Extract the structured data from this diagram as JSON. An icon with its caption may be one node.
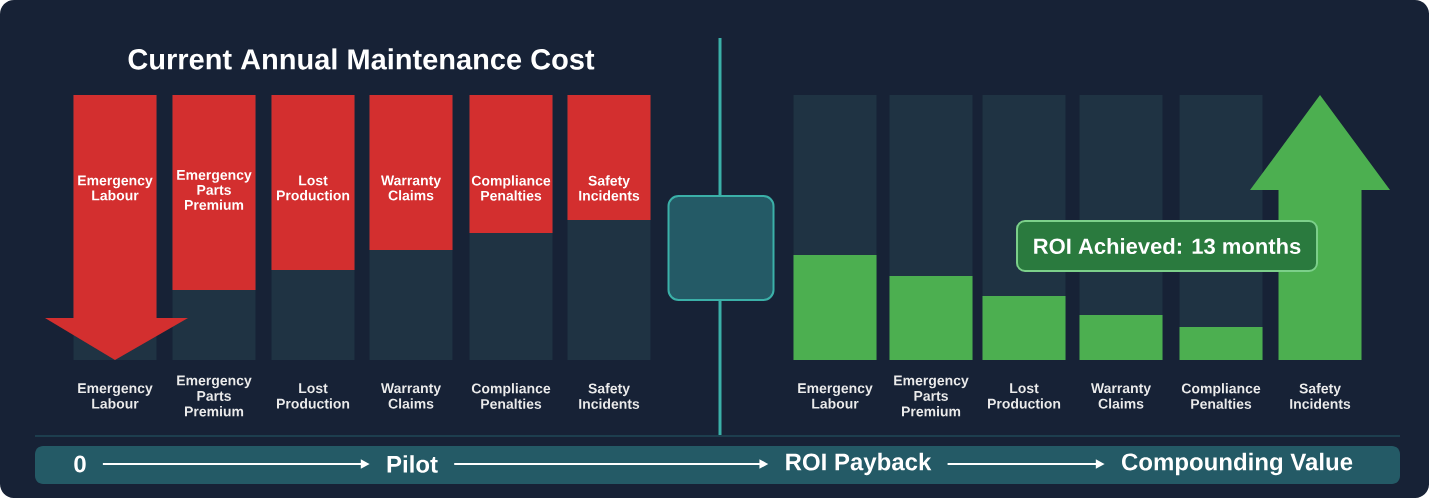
{
  "diagram": {
    "nodes": [
      {
        "text": [
          "Emergency Labour"
        ]
      },
      {
        "text": [
          "Emergency Parts Premium"
        ]
      },
      {
        "text": [
          "Lost Production"
        ]
      },
      {
        "text": [
          "Warranty Claims"
        ]
      },
      {
        "text": [
          "Compliance Penalties"
        ]
      },
      {
        "text": [
          "Safety Incidents"
        ]
      },
      {
        "text": [],
        "shape": "box"
      },
      {
        "text": [
          "ROI Achieved: 13 months"
        ]
      },
      {
        "text": [
          "0"
        ]
      },
      {
        "text": [
          "Pilot"
        ]
      },
      {
        "text": [
          "ROI Payback"
        ]
      },
      {
        "text": [
          "Compounding Value"
        ]
      }
    ],
    "edges": [
      {
        "from": 8,
        "to": 9,
        "arrow": "to"
      },
      {
        "from": 9,
        "to": 10,
        "arrow": "to"
      },
      {
        "from": 10,
        "to": 11,
        "arrow": "to"
      }
    ],
    "labels": [
      "Current Annual Maintenance Cost",
      "Emergency Labour",
      "Emergency Parts Premium",
      "Lost Production",
      "Warranty Claims",
      "Compliance Penalties",
      "Safety Incidents",
      "Emergency Labour",
      "Emergency Parts Premium",
      "Lost Production",
      "Warranty Claims",
      "Compliance Penalties",
      "Safety Incidents"
    ]
  }
}
